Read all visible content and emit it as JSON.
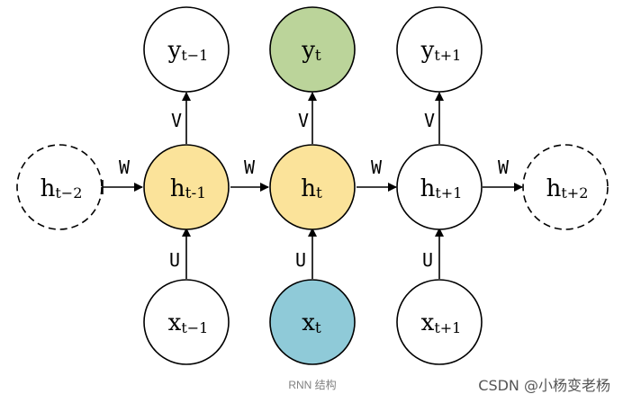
{
  "colors": {
    "hidden_fill": "#fbe39a",
    "output_fill": "#bbd49a",
    "input_fill": "#8fcad8",
    "plain_fill": "#ffffff",
    "stroke": "#000000"
  },
  "nodes": {
    "h_tm2": {
      "main": "h",
      "sub": "t−2"
    },
    "h_tm1": {
      "main": "h",
      "sub": "t-1"
    },
    "h_t": {
      "main": "h",
      "sub": "t"
    },
    "h_tp1": {
      "main": "h",
      "sub": "t+1"
    },
    "h_tp2": {
      "main": "h",
      "sub": "t+2"
    },
    "y_tm1": {
      "main": "y",
      "sub": "t−1"
    },
    "y_t": {
      "main": "y",
      "sub": "t"
    },
    "y_tp1": {
      "main": "y",
      "sub": "t+1"
    },
    "x_tm1": {
      "main": "x",
      "sub": "t−1"
    },
    "x_t": {
      "main": "x",
      "sub": "t"
    },
    "x_tp1": {
      "main": "x",
      "sub": "t+1"
    }
  },
  "weights": {
    "w": "W",
    "u": "U",
    "v": "V"
  },
  "caption": "RNN 结构",
  "watermark": "CSDN @小杨变老杨"
}
